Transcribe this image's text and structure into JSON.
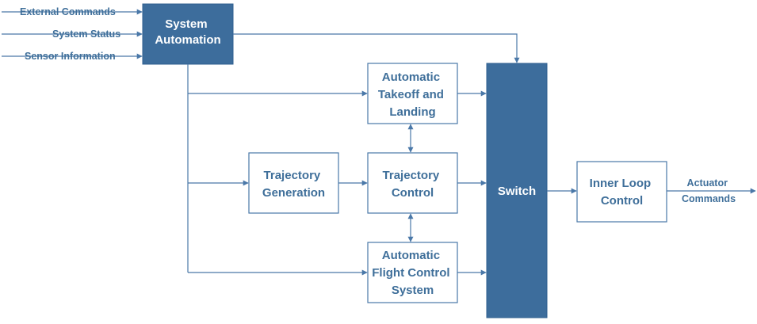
{
  "inputs": {
    "external_commands": "External Commands",
    "system_status": "System Status",
    "sensor_information": "Sensor Information"
  },
  "blocks": {
    "system_automation": [
      "System",
      "Automation"
    ],
    "automatic_takeoff_landing": [
      "Automatic",
      "Takeoff and",
      "Landing"
    ],
    "trajectory_generation": [
      "Trajectory",
      "Generation"
    ],
    "trajectory_control": [
      "Trajectory",
      "Control"
    ],
    "automatic_flight_control_system": [
      "Automatic",
      "Flight Control",
      "System"
    ],
    "switch": "Switch",
    "inner_loop_control": [
      "Inner Loop",
      "Control"
    ]
  },
  "output": {
    "label": [
      "Actuator",
      "Commands"
    ]
  },
  "colors": {
    "dark_fill": "#3d6d9c",
    "line": "#4a78a8",
    "light_text": "#3f6f9a"
  }
}
